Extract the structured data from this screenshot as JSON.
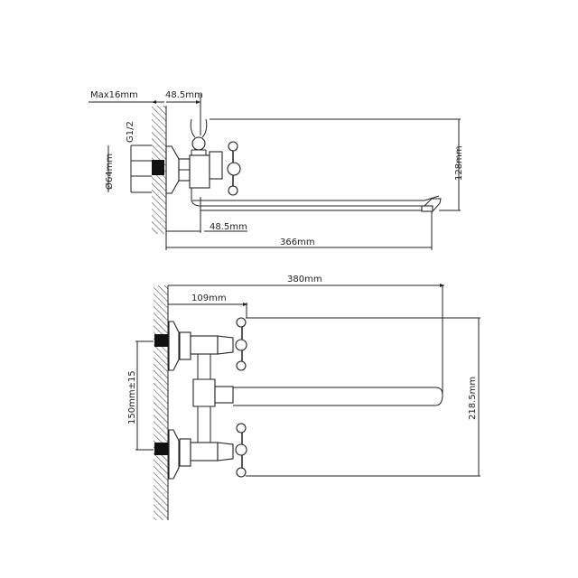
{
  "diagram": {
    "title": "Bath faucet with long spout — dimension drawing",
    "side_view": {
      "labels": {
        "max_thread": "Max16mm",
        "offset_top": "48.5mm",
        "thread": "G1/2",
        "flange_diameter": "Ø64mm",
        "spout_height": "128mm",
        "offset_bottom": "48.5mm",
        "reach": "366mm"
      }
    },
    "top_view": {
      "labels": {
        "overall_length": "380mm",
        "handle_offset": "109mm",
        "center_distance": "150mm±15",
        "overall_height": "218.5mm"
      }
    },
    "colors": {
      "line": "#222222",
      "background": "#ffffff",
      "wall_fill": "#111111"
    }
  }
}
